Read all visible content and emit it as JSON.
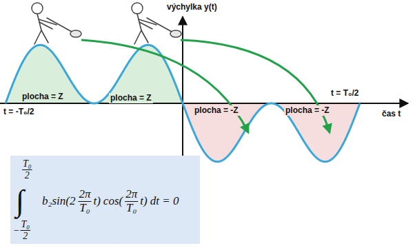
{
  "diagram": {
    "nodes": [
      {
        "text": [
          "T₀",
          "2",
          "∫",
          "−",
          "T₀",
          "2",
          "b₂sin",
          "(2",
          "2π",
          "T₀",
          "t)",
          "cos",
          "(",
          "2π",
          "T₀",
          "t) dt = 0"
        ]
      }
    ],
    "labels": [
      "výchylka y(t)",
      "plocha = Z",
      "plocha = Z",
      "plocha = -Z",
      "plocha = -Z",
      "t = -T₀/2",
      "t = T₀/2",
      "čas t"
    ]
  }
}
